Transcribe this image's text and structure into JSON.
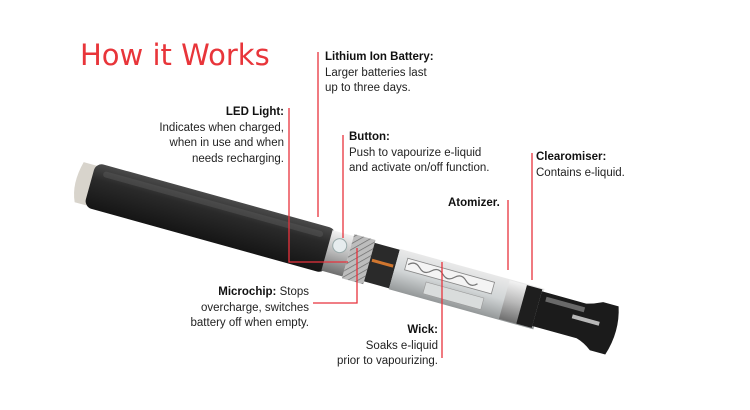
{
  "title": "How it Works",
  "colors": {
    "title": "#e8353a",
    "leader_line": "#e8323c",
    "battery_body": "#2b2b2b",
    "metal": "#c8c8c8"
  },
  "labels": {
    "battery": {
      "heading": "Lithium Ion Battery:",
      "line1": "Larger batteries last",
      "line2": "up to three days."
    },
    "led": {
      "heading": "LED Light:",
      "line1": "Indicates when charged,",
      "line2": "when in use and when",
      "line3": "needs recharging."
    },
    "button": {
      "heading": "Button:",
      "line1": "Push to vapourize e-liquid",
      "line2": "and activate on/off function."
    },
    "clearomiser": {
      "heading": "Clearomiser:",
      "line1": "Contains e-liquid."
    },
    "atomizer": {
      "heading": "Atomizer."
    },
    "microchip": {
      "heading": "Microchip:",
      "heading_tail": " Stops",
      "line1": "overcharge, switches",
      "line2": "battery off when empty."
    },
    "wick": {
      "heading": "Wick:",
      "line1": "Soaks e-liquid",
      "line2": "prior to vapourizing."
    }
  }
}
